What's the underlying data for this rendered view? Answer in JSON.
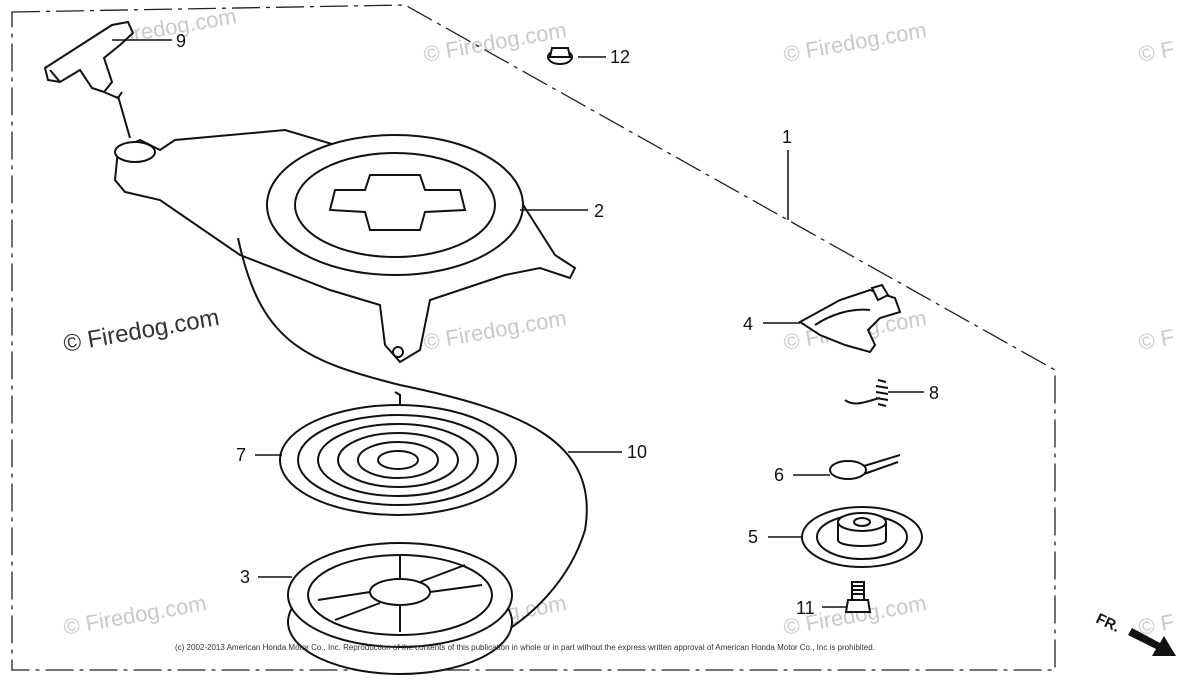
{
  "callouts": [
    {
      "id": "1",
      "label": "1"
    },
    {
      "id": "2",
      "label": "2"
    },
    {
      "id": "3",
      "label": "3"
    },
    {
      "id": "4",
      "label": "4"
    },
    {
      "id": "5",
      "label": "5"
    },
    {
      "id": "6",
      "label": "6"
    },
    {
      "id": "7",
      "label": "7"
    },
    {
      "id": "8",
      "label": "8"
    },
    {
      "id": "9",
      "label": "9"
    },
    {
      "id": "10",
      "label": "10"
    },
    {
      "id": "11",
      "label": "11"
    },
    {
      "id": "12",
      "label": "12"
    }
  ],
  "watermark": {
    "text": "© Firedog.com",
    "edge_text": "© F"
  },
  "copyright": "(c) 2002-2013 American Honda Motor Co., Inc. Reproduction of the contents of this publication in whole or in part without the express written approval of American Honda Motor Co., Inc is prohibited.",
  "direction_marker": "FR."
}
